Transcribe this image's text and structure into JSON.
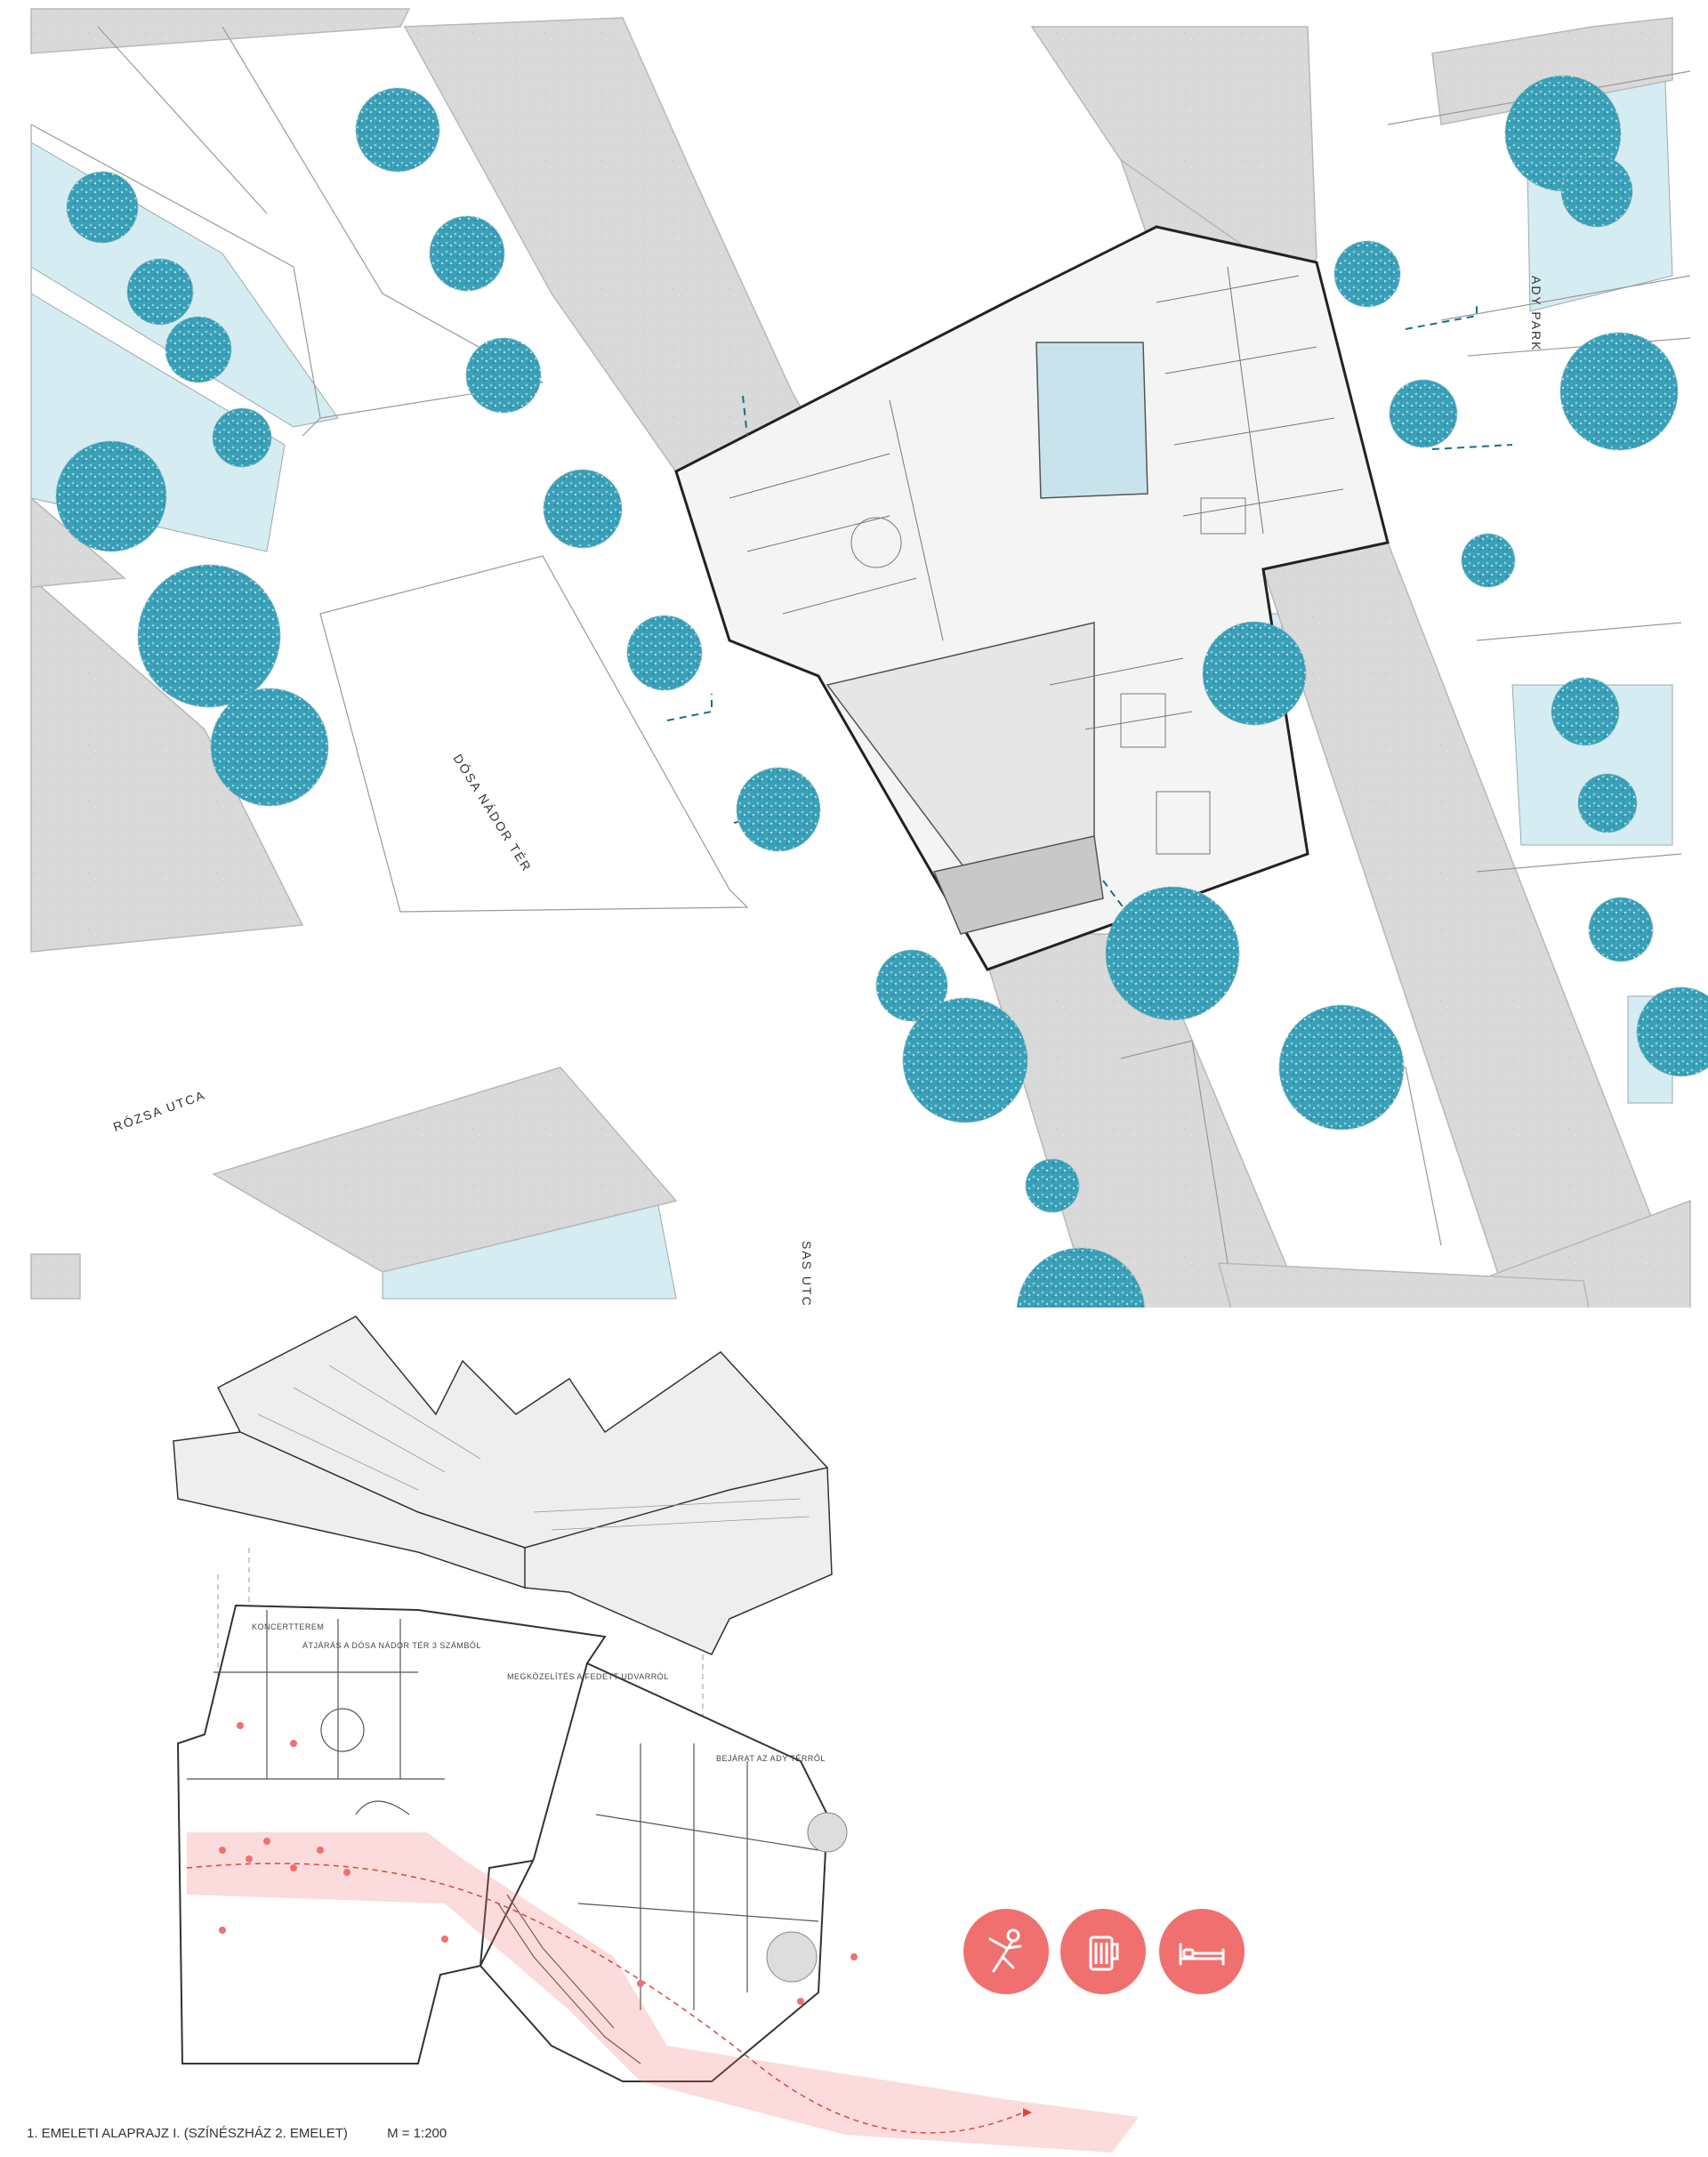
{
  "streets": {
    "dosa": "DÓSA NÁDOR TÉR",
    "rozsa": "RÓZSA UTCA",
    "sas": "SAS UTCA",
    "ady": "ADY PARK"
  },
  "axo_notes": {
    "koncertterem": "KONCERTTEREM",
    "atjaras": "ÁTJÁRÁS A DÓSA NÁDOR TÉR 3 SZÁMBÓL",
    "megkozelites": "MEGKÖZELÍTÉS A FEDETT UDVARRÓL",
    "bejarat": "BEJÁRAT AZ ADY TÉRRŐL"
  },
  "icons": [
    {
      "name": "performer-icon"
    },
    {
      "name": "beer-icon"
    },
    {
      "name": "bed-icon"
    }
  ],
  "footer": {
    "title": "1. EMELETI ALAPRAJZ I. (SZÍNÉSZHÁZ 2. EMELET)",
    "scale": "M = 1:200"
  },
  "colors": {
    "building_gray": "#d8d8d8",
    "water_blue": "#d6ecf3",
    "tree_blue": "#3aa0b8",
    "accent_red": "#f07070"
  }
}
